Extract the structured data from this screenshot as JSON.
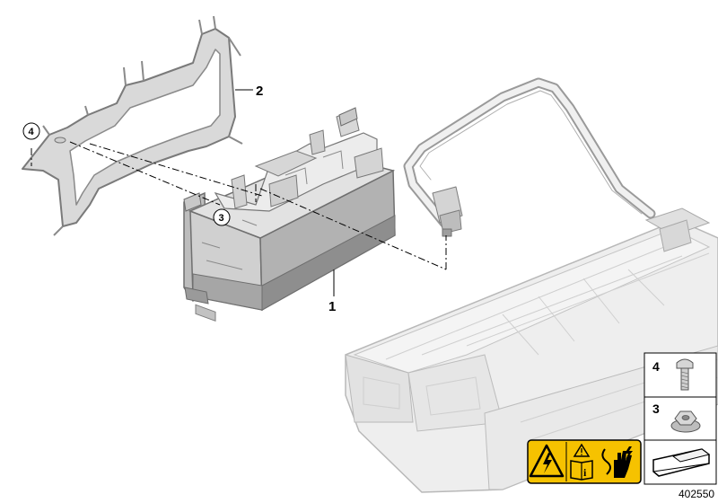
{
  "callouts": {
    "part_1": "1",
    "part_2": "2",
    "part_3": "3",
    "part_4": "4"
  },
  "legend": {
    "item_4": "4",
    "item_3": "3"
  },
  "diagram_id": "402550",
  "colors": {
    "part_light": "#e6e6e6",
    "part_mid": "#c9c9c9",
    "part_dark": "#8f8f8f",
    "outline": "#6b6b6b",
    "warning_yellow": "#f6c200",
    "text": "#000000"
  },
  "icons": [
    "high-voltage-warning-icon",
    "caution-manual-icon",
    "electric-hand-hazard-icon",
    "screw-icon",
    "nut-icon",
    "wedge-pointer-icon"
  ]
}
